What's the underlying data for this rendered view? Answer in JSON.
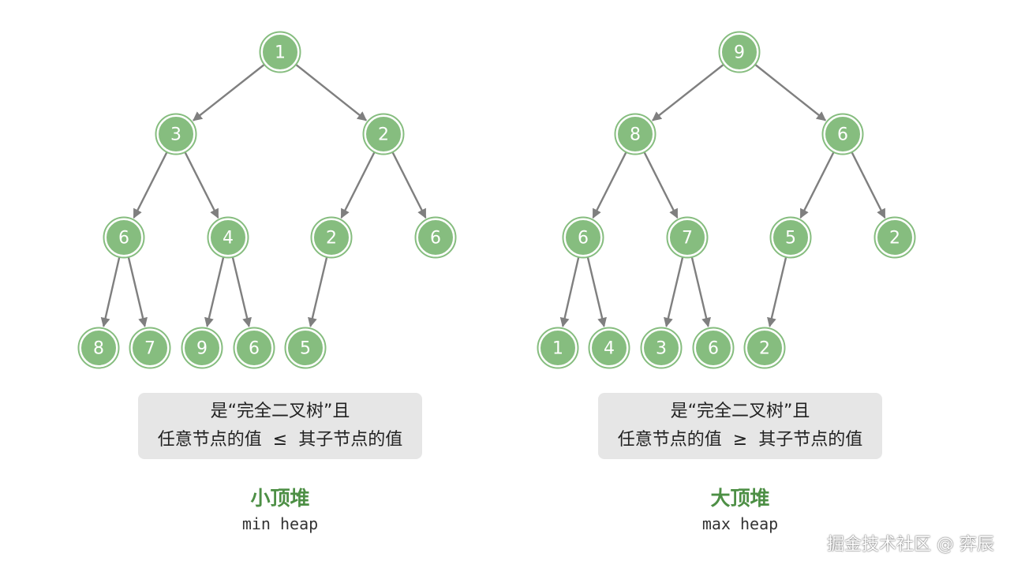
{
  "colors": {
    "node_fill": "#86bd7f",
    "edge": "#7f7f7f",
    "caption_bg": "#e6e6e6",
    "title": "#4d8f45"
  },
  "min_heap": {
    "nodes": [
      1,
      3,
      2,
      6,
      4,
      2,
      6,
      8,
      7,
      9,
      6,
      5
    ],
    "caption_line1": "是“完全二叉树”且",
    "caption_left": "任意节点的值",
    "caption_op": "≤",
    "caption_right": "其子节点的值",
    "title": "小顶堆",
    "subtitle": "min heap"
  },
  "max_heap": {
    "nodes": [
      9,
      8,
      6,
      6,
      7,
      5,
      2,
      1,
      4,
      3,
      6,
      2
    ],
    "caption_line1": "是“完全二叉树”且",
    "caption_left": "任意节点的值",
    "caption_op": "≥",
    "caption_right": "其子节点的值",
    "title": "大顶堆",
    "subtitle": "max heap"
  },
  "watermark": "掘金技术社区 @ 弈辰"
}
